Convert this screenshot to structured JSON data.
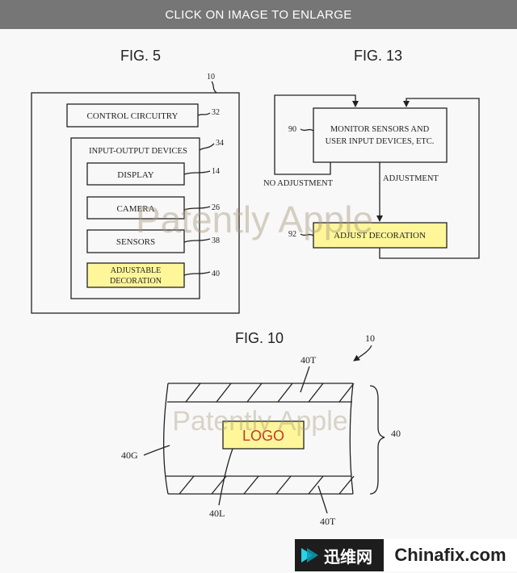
{
  "banner": {
    "label": "CLICK ON IMAGE TO ENLARGE"
  },
  "watermark": {
    "text": "Patently Apple"
  },
  "fig5": {
    "title": "FIG. 5",
    "ref_outer": "10",
    "control": {
      "label": "CONTROL CIRCUITRY",
      "ref": "32"
    },
    "io": {
      "label": "INPUT-OUTPUT DEVICES",
      "ref": "34"
    },
    "display": {
      "label": "DISPLAY",
      "ref": "14"
    },
    "camera": {
      "label": "CAMERA",
      "ref": "26"
    },
    "sensors": {
      "label": "SENSORS",
      "ref": "38"
    },
    "decoration": {
      "line1": "ADJUSTABLE",
      "line2": "DECORATION",
      "ref": "40"
    }
  },
  "fig13": {
    "title": "FIG. 13",
    "monitor": {
      "line1": "MONITOR SENSORS AND",
      "line2": "USER INPUT DEVICES, ETC.",
      "ref": "90"
    },
    "adjust": {
      "label": "ADJUST DECORATION",
      "ref": "92"
    },
    "no_adjustment": "NO ADJUSTMENT",
    "adjustment": "ADJUSTMENT"
  },
  "fig10": {
    "title": "FIG. 10",
    "ref_device": "10",
    "logo": "LOGO",
    "ref_top": "40T",
    "ref_bottom": "40T",
    "ref_glass": "40G",
    "ref_logo": "40L",
    "ref_brace": "40"
  },
  "footer": {
    "cn": "迅维网",
    "en": "Chinafix.com"
  },
  "colors": {
    "highlight": "#fff69a",
    "logo_text": "#c0392b",
    "line": "#222222",
    "banner": "#767676"
  }
}
